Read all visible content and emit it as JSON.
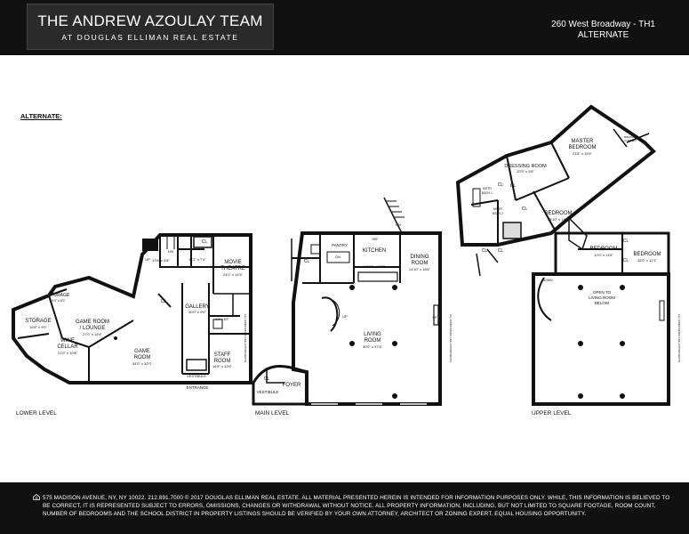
{
  "header": {
    "brand_line1": "THE ANDREW AZOULAY TEAM",
    "brand_line2": "AT DOUGLAS ELLIMAN REAL ESTATE",
    "address": "260 West Broadway - TH1",
    "version": "ALTERNATE"
  },
  "plan": {
    "alternate_label": "ALTERNATE:",
    "levels": {
      "lower": "LOWER LEVEL",
      "main": "MAIN LEVEL",
      "upper": "UPPER LEVEL"
    },
    "rooms": {
      "storage_small": "STORAGE",
      "storage_small_dim": "9'4\" x 5'3\"",
      "storage": "STORAGE",
      "storage_dim": "15'6\" x 9'0\"",
      "game_room_lounge_1": "GAME ROOM",
      "game_room_lounge_2": "/ LOUNGE",
      "game_room_lounge_dim": "27'0\" x 14'6\"",
      "wine_cellar_1": "WINE",
      "wine_cellar_2": "CELLAR",
      "wine_cellar_dim": "21'0\" x 10'8\"",
      "game_room_1": "GAME",
      "game_room_2": "ROOM",
      "game_room_dim": "34'0\" x 32'0\"",
      "lower_cl": "CL",
      "lower_up": "UP",
      "lower_dn": "DN",
      "lower_room_dim": "13'6\" x 6'8\"",
      "lower_hall_dim": "11'2\" x 7'4\"",
      "movie_1": "MOVIE",
      "movie_2": "THEATRE",
      "movie_dim": "24'0\" x 14'5\"",
      "gallery": "GALLERY",
      "gallery_dim": "30'0\" x 9'0\"",
      "lower_bath_dim": "9'0\" x 8'5\"",
      "staff_1": "STAFF",
      "staff_2": "ROOM",
      "staff_dim": "16'6\" x 10'6\"",
      "vestibule_lower": "VESTIBULE",
      "entrance": "ENTRANCE",
      "main_cl": "CL",
      "main_dn": "DN",
      "pantry": "PANTRY",
      "ref": "REF",
      "kitchen": "KITCHEN",
      "kitchen_dim": "14'10\" x 12'3\"",
      "dining_1": "DINING",
      "dining_2": "ROOM",
      "dining_dim": "14'10\" x 18'6\"",
      "living_1": "LIVING",
      "living_2": "ROOM",
      "living_dim": "30'0\" x 37'6\"",
      "fp": "FP",
      "main_up": "UP",
      "foyer": "FOYER",
      "vestibule_main": "VESTIBULE",
      "master_1": "MASTER",
      "master_2": "BEDROOM",
      "master_dim": "21'8\" x 15'4\"",
      "midnight_kitchen_1": "MIDNIGHT",
      "midnight_kitchen_2": "KITCHEN",
      "dressing": "DRESSING ROOM",
      "dressing_dim": "20'3\" x 9'8\"",
      "mstr_bath1_1": "MSTR",
      "mstr_bath1_2": "BATH 1",
      "mstr_bath2_1": "MSTR",
      "mstr_bath2_2": "BATH 2",
      "bedroom_a": "BEDROOM",
      "bedroom_a_dim": "13'10\" x 13'3\"",
      "bedroom_b": "BEDROOM",
      "bedroom_b_dim": "12'0\" x 11'6\"",
      "bedroom_c": "BEDROOM",
      "bedroom_c_dim": "15'0\" x 12'1\"",
      "upper_cl": "CL",
      "upper_dn": "DOWN",
      "open_1": "OPEN TO",
      "open_2": "LIVING ROOM",
      "open_3": "BELOW",
      "illustrative": "ALL DIMENSIONS ARE APPROXIMATE"
    }
  },
  "footer": {
    "disclaimer": "575 MADISON AVENUE, NY, NY 10022. 212.891.7000 © 2017 DOUGLAS ELLIMAN REAL ESTATE. ALL MATERIAL PRESENTED HEREIN IS INTENDED FOR INFORMATION PURPOSES ONLY. WHILE, THIS INFORMATION IS BELIEVED TO BE CORRECT, IT IS REPRESENTED SUBJECT TO ERRORS, OMISSIONS, CHANGES OR WITHDRAWAL WITHOUT NOTICE. ALL PROPERTY INFORMATION, INCLUDING, BUT NOT LIMITED TO SQUARE FOOTAGE, ROOM COUNT, NUMBER OF BEDROOMS AND THE SCHOOL DISTRICT IN PROPERTY LISTINGS SHOULD BE VERIFIED BY YOUR OWN ATTORNEY, ARCHITECT OR ZONING EXPERT. EQUAL HOUSING OPPORTUNITY.",
    "icon": "equal-housing-icon"
  }
}
